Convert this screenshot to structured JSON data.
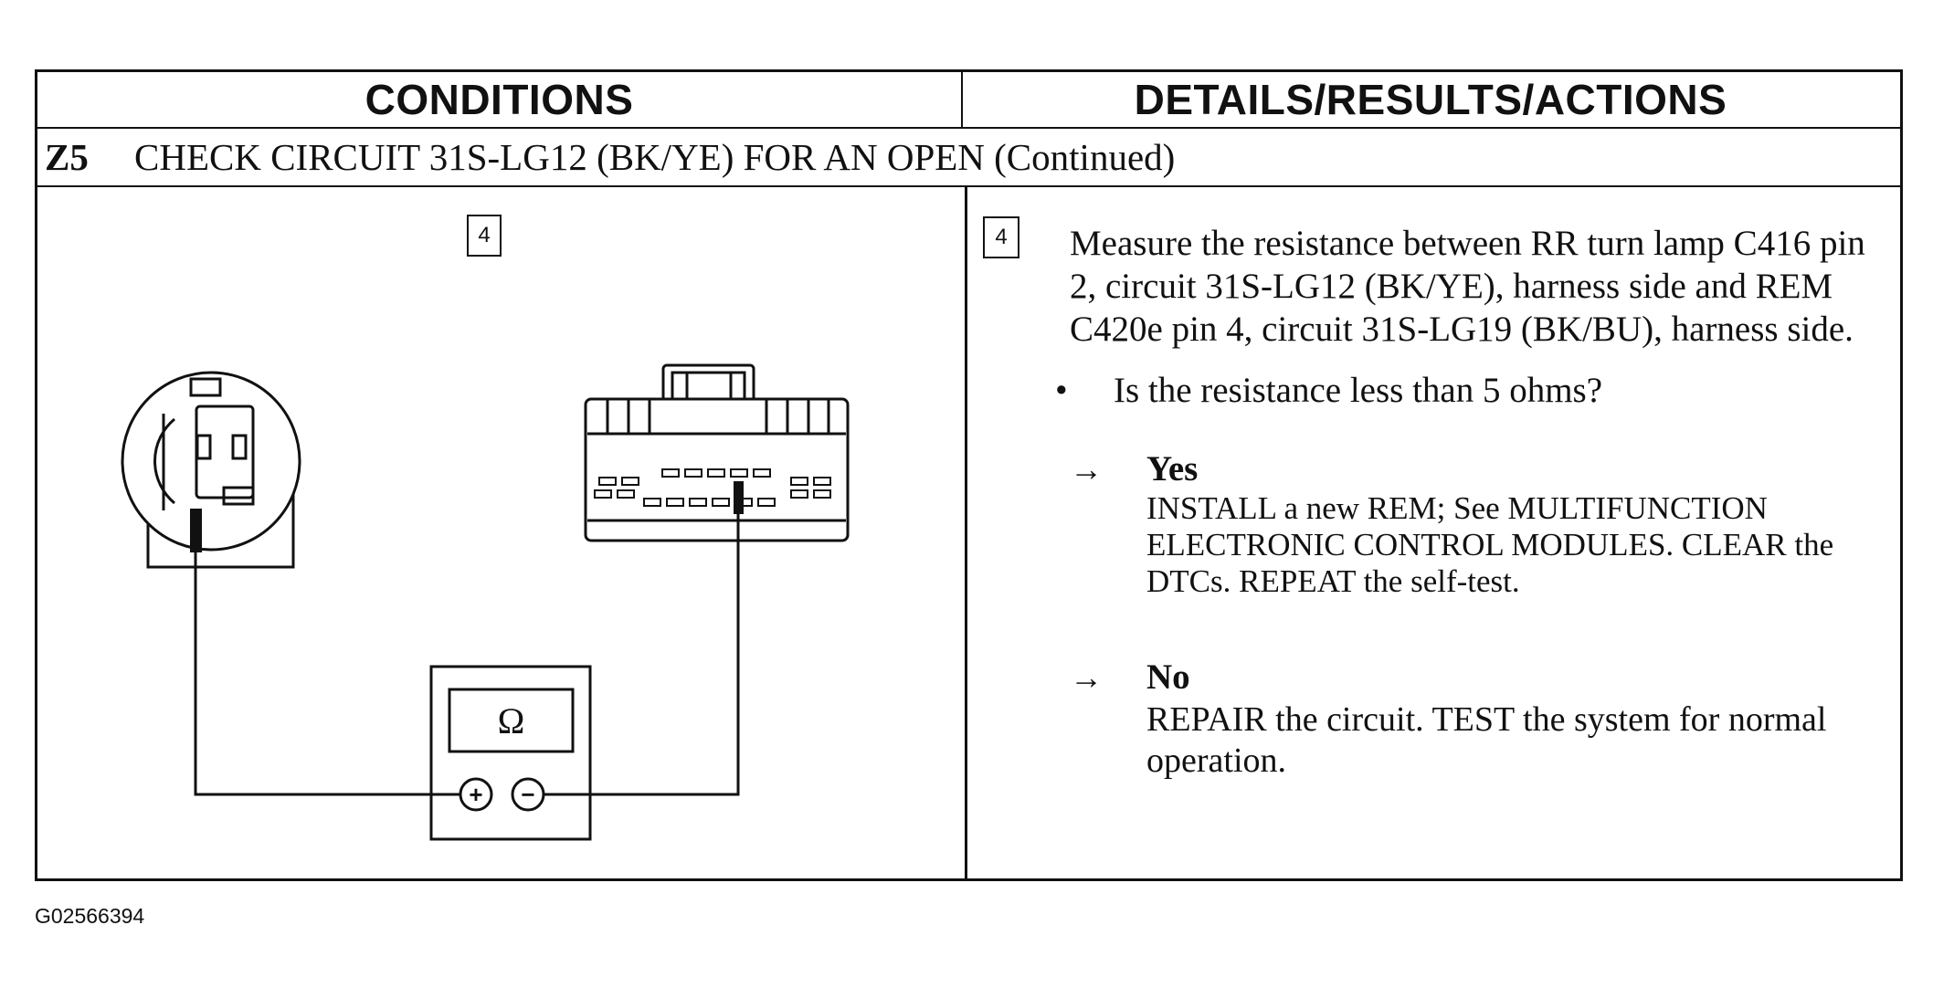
{
  "header": {
    "conditions": "CONDITIONS",
    "details": "DETAILS/RESULTS/ACTIONS"
  },
  "step": {
    "id": "Z5",
    "title": "CHECK CIRCUIT 31S-LG12 (BK/YE) FOR AN OPEN (Continued)"
  },
  "diagram": {
    "step_number": "4",
    "meter_symbol": "Ω",
    "plus_symbol": "+",
    "minus_symbol": "−"
  },
  "details": {
    "step_number": "4",
    "instruction": "Measure the resistance between RR turn lamp C416 pin 2, circuit 31S-LG12 (BK/YE), harness side and REM C420e pin 4, circuit 31S-LG19 (BK/BU), harness side.",
    "bullet": "•",
    "question": "Is the resistance less than 5 ohms?",
    "arrow": "→",
    "yes_label": "Yes",
    "yes_text": "INSTALL  a new REM; See MULTIFUNCTION ELECTRONIC CONTROL MODULES. CLEAR the DTCs. REPEAT the self-test.",
    "no_label": "No",
    "no_text": "REPAIR the circuit. TEST the system for normal operation."
  },
  "footer": {
    "figure_id": "G02566394"
  }
}
